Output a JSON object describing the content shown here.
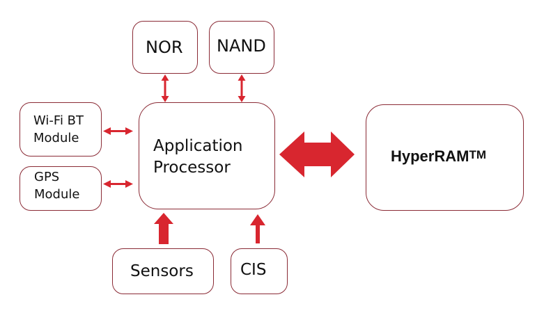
{
  "colors": {
    "arrow": "#d8262f",
    "border": "#8a2a35",
    "text": "#111111"
  },
  "blocks": {
    "nor": {
      "label": "NOR"
    },
    "nand": {
      "label": "NAND"
    },
    "wifi_bt": {
      "line1": "Wi-Fi BT",
      "line2": "Module"
    },
    "gps": {
      "line1": "GPS",
      "line2": "Module"
    },
    "app_processor": {
      "line1": "Application",
      "line2": "Processor"
    },
    "hyperram": {
      "label": "HyperRAM",
      "trademark": "TM"
    },
    "sensors": {
      "label": "Sensors"
    },
    "cis": {
      "label": "CIS"
    }
  },
  "connections": [
    {
      "from": "NOR",
      "to": "Application Processor",
      "type": "bidirectional"
    },
    {
      "from": "NAND",
      "to": "Application Processor",
      "type": "bidirectional"
    },
    {
      "from": "Wi-Fi BT Module",
      "to": "Application Processor",
      "type": "bidirectional"
    },
    {
      "from": "GPS Module",
      "to": "Application Processor",
      "type": "bidirectional"
    },
    {
      "from": "Application Processor",
      "to": "HyperRAM",
      "type": "bidirectional-wide"
    },
    {
      "from": "Sensors",
      "to": "Application Processor",
      "type": "unidirectional"
    },
    {
      "from": "CIS",
      "to": "Application Processor",
      "type": "unidirectional"
    }
  ]
}
